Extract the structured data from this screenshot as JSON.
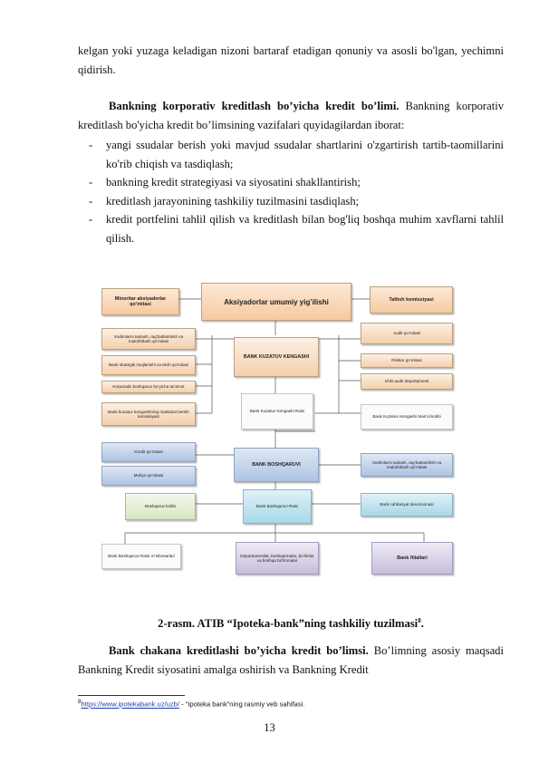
{
  "text": {
    "p1": "kelgan yoki yuzaga keladigan nizoni bartaraf etadigan qonuniy va asosli bo'lgan, yechimni qidirish.",
    "p2_bold": "Bankning korporativ kreditlash bo’yicha kredit bo’limi.",
    "p2_rest": " Bankning korporativ kreditlash bo'yicha kredit bo’limsining vazifalari quyidagilardan iborat:",
    "list": [
      "yangi ssudalar berish yoki mavjud ssudalar shartlarini o'zgartirish tartib-taomillarini ko'rib chiqish va tasdiqlash;",
      "bankning kredit strategiyasi va siyosatini shakllantirish;",
      "kreditlash jarayonining tashkiliy tuzilmasini tasdiqlash;",
      "kredit portfelini tahlil qilish va kreditlash bilan bog'liq boshqa muhim xavflarni tahlil qilish."
    ],
    "list_marker": "-",
    "caption": "2-rasm. ATIB “Ipoteka-bank”ning tashkiliy tuzilmasi",
    "caption_ref": "8",
    "p3_bold": "Bank chakana kreditlashi bo’yicha kredit bo’limsi.",
    "p3_rest": " Bo’limning asosiy maqsadi Bankning Kredit siyosatini amalga oshirish va Bankning Kredit",
    "footnote_ref": "8",
    "footnote_link": "https://www.ipotekabank.uz/uzb/",
    "footnote_rest": " - “Ipoteka bank”ning rasmiy veb sahifasi.",
    "page_number": "13"
  },
  "chart": {
    "top_center": "Aksiyadorlar umumiy yig’ilishi",
    "top_left": "Minoritar aksiyadorlar qo’mitasi",
    "top_right": "Taftish komissiyasi",
    "left_boxes": [
      "Xodimlarni tanlash, rag’batlantirish va mukofotlash qo’mitasi",
      "Bank strategik rivojlanishi va isloh qo’mitasi",
      "Korporativ boshqaruv bo’yicha ta’minot",
      "Bank kuzatuv kengashining maslahat berish komissiyasi"
    ],
    "center_council": "BANK KUZATUV KENGASHI",
    "council_secretary": "Bank Kuzatuv Kengashi Raisi",
    "right_boxes": [
      "Audit qo’mitasi",
      "Risklar qo’mitasi",
      "Ichki audit departamenti",
      "Bank Kuzatuv Kengashi Mas’ul kotibi"
    ],
    "board": "BANK BOSHQARUVI",
    "board_left": [
      "Kredit qo’mitasi",
      "Moliya qo’mitasi"
    ],
    "board_right": "Xodimlarni tanlash, rag’batlantirish va mukofotlash qo’mitasi",
    "chairman": "Bank Boshqaruvi Raisi",
    "chairman_left": "Boshqaruv kotibi",
    "chairman_right": "Bank rahbariyat devonxonasi",
    "bottom": [
      "Bank Boshqaruvi Raisi o’rinbosarlari",
      "Departamentlar, boshqarmalar, bo’limlar va boshqa bo’linmalar",
      "Bank filiallari"
    ]
  }
}
